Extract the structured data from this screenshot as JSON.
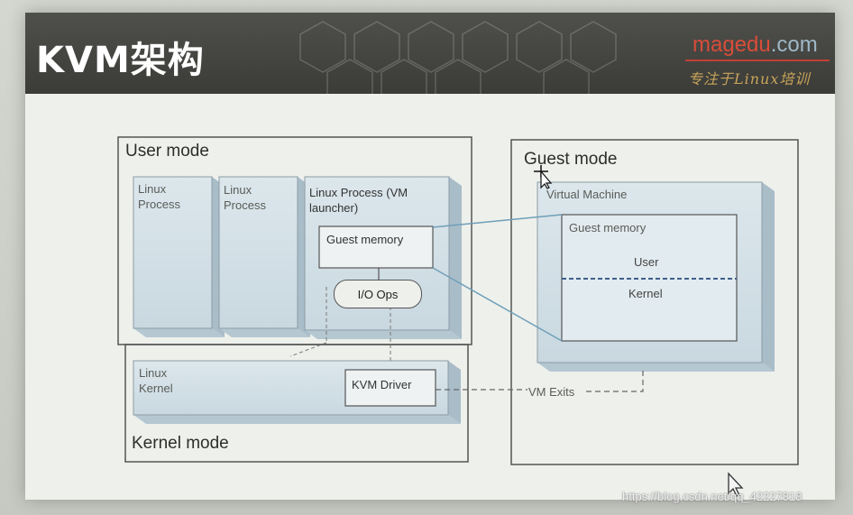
{
  "slide": {
    "title": "KVM架构",
    "brand": "magedu",
    "brand_suffix": ".com",
    "tagline": "专注于Linux培训"
  },
  "diagram": {
    "user_mode": "User mode",
    "kernel_mode": "Kernel mode",
    "guest_mode": "Guest mode",
    "linux_process_1": "Linux\nProcess",
    "linux_process_2": "Linux\nProcess",
    "vm_launcher": "Linux Process (VM\nlauncher)",
    "guest_memory_host": "Guest memory",
    "io_ops": "I/O Ops",
    "linux_kernel": "Linux\nKernel",
    "kvm_driver": "KVM Driver",
    "virtual_machine": "Virtual Machine",
    "guest_memory_vm": "Guest memory",
    "user": "User",
    "kernel": "Kernel",
    "vm_exits": "VM Exits"
  },
  "watermark": "https://blog.csdn.net/qq_42227818",
  "colors": {
    "banner": "#3f403c",
    "box_face": "#d3e0e6",
    "box_side": "#a8bcc8",
    "brand_red": "#d94c3a",
    "connector_blue": "#6f9fb8"
  }
}
